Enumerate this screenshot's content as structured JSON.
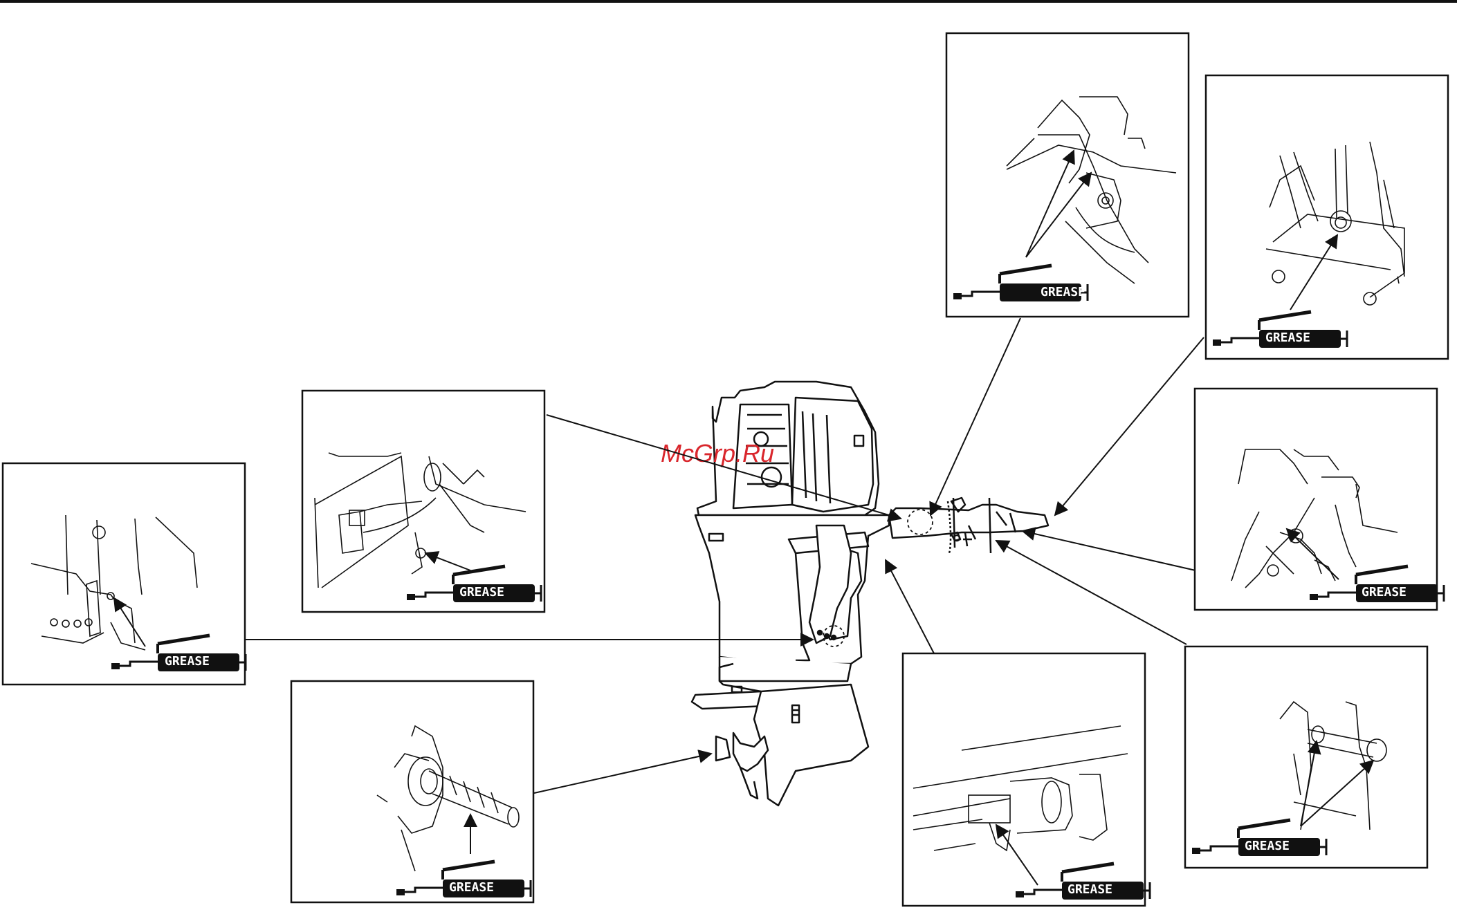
{
  "watermark": {
    "text": "McGrp.Ru",
    "color": "#d9262c"
  },
  "callout_label": "GREASE",
  "callouts": [
    {
      "id": "tiller-pivot-upper",
      "label": "GREASE"
    },
    {
      "id": "tiller-shaft-washer",
      "label": "GREASE"
    },
    {
      "id": "tiller-handle-bracket",
      "label": "GREASE"
    },
    {
      "id": "throttle-friction-bolts",
      "label": "GREASE"
    },
    {
      "id": "steering-shaft-bushing",
      "label": "GREASE"
    },
    {
      "id": "cowl-lock-fitting",
      "label": "GREASE"
    },
    {
      "id": "clamp-bracket-tilt-lever",
      "label": "GREASE"
    },
    {
      "id": "propeller-shaft-splines",
      "label": "GREASE"
    }
  ],
  "colors": {
    "ink": "#111111",
    "paper": "#ffffff",
    "label_text": "#ffffff"
  }
}
